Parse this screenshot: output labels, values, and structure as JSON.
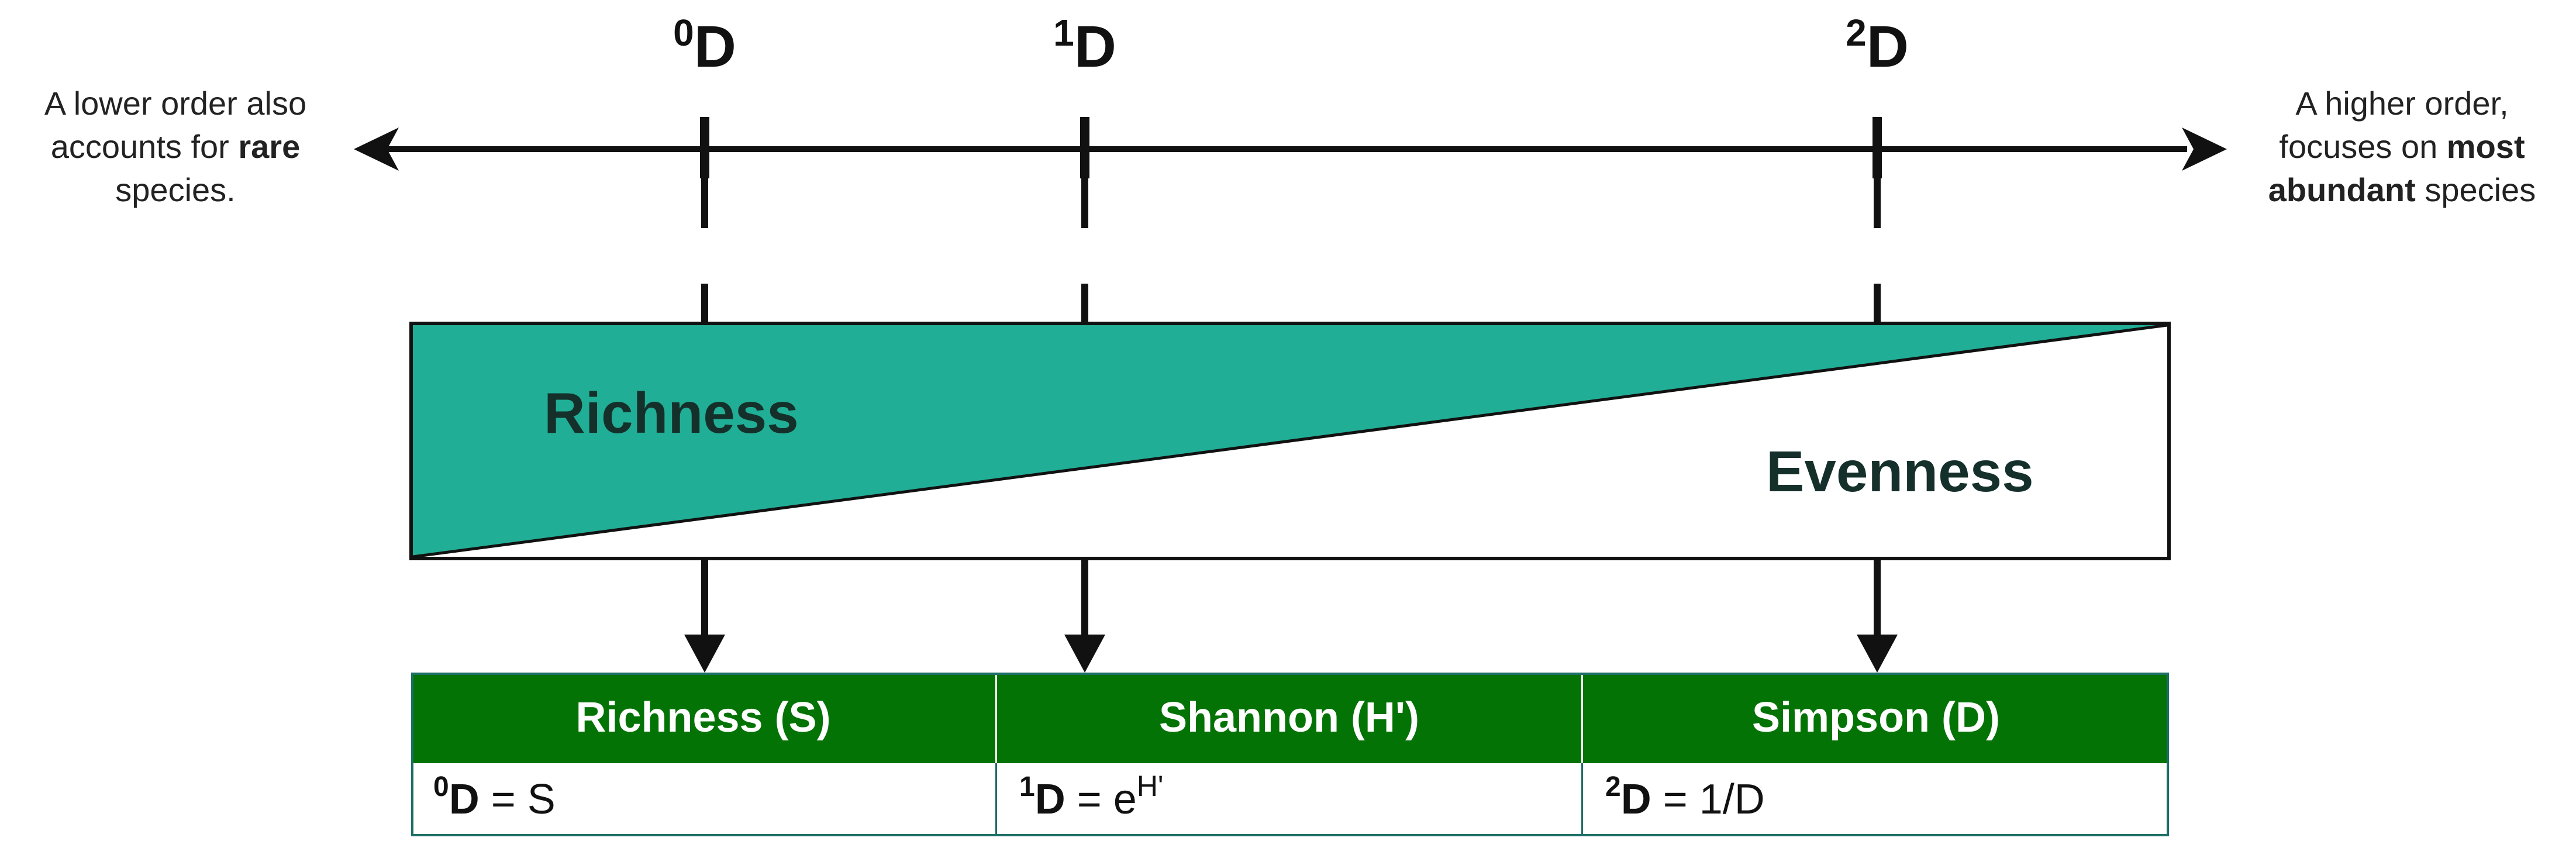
{
  "notes": {
    "left": {
      "line1": "A lower order also",
      "line2_pre": "accounts for ",
      "line2_bold": "rare",
      "line3": "species."
    },
    "right": {
      "line1": "A higher order,",
      "line2_pre": "focuses on ",
      "line2_bold": "most",
      "line3_bold": "abundant",
      "line3_post": " species"
    }
  },
  "orders": [
    {
      "sup": "0",
      "letter": "D"
    },
    {
      "sup": "1",
      "letter": "D"
    },
    {
      "sup": "2",
      "letter": "D"
    }
  ],
  "areas": {
    "richness": "Richness",
    "evenness": "Evenness"
  },
  "table": {
    "headers": [
      "Richness (S)",
      "Shannon (H')",
      "Simpson (D)"
    ],
    "formulas": [
      {
        "sup": "0",
        "letter": "D",
        "eq": " = S"
      },
      {
        "sup": "1",
        "letter": "D",
        "eq": " = e",
        "exp": "H'"
      },
      {
        "sup": "2",
        "letter": "D",
        "eq": " = 1/D"
      }
    ]
  },
  "colors": {
    "teal_fill": "#21ae96",
    "header_green": "#047305",
    "line": "#111111",
    "table_border": "#1e6f66"
  }
}
